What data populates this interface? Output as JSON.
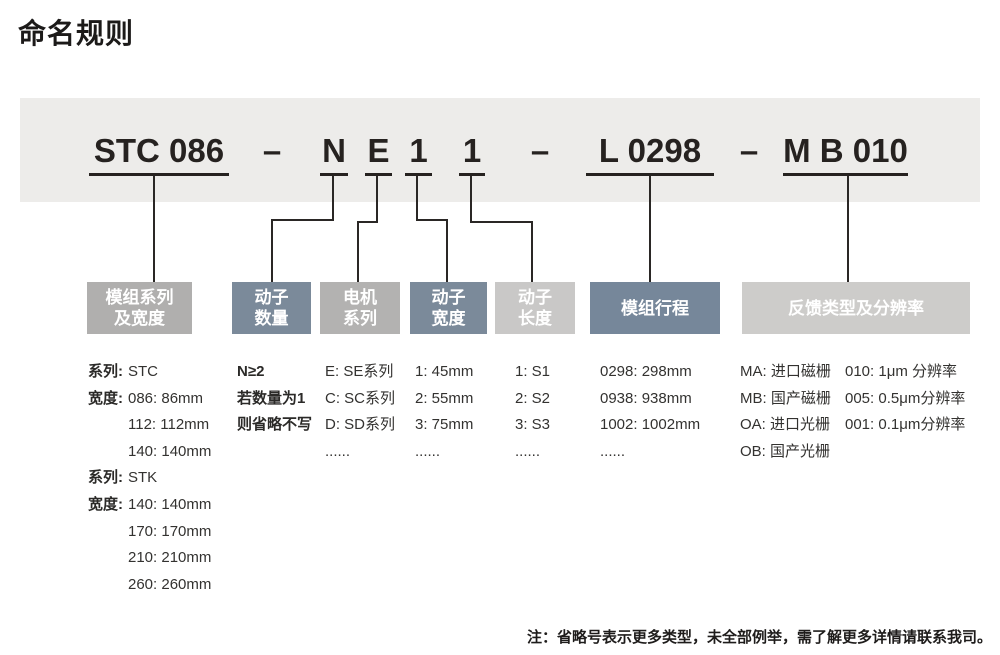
{
  "title": "命名规则",
  "code": {
    "segments": [
      {
        "text": "STC 086"
      },
      {
        "text": "–"
      },
      {
        "text": "N"
      },
      {
        "text": "E"
      },
      {
        "text": "1"
      },
      {
        "text": "1"
      },
      {
        "text": "–"
      },
      {
        "text": "L 0298"
      },
      {
        "text": "–"
      },
      {
        "text": "M B 010"
      }
    ]
  },
  "colors": {
    "panel": "#edecea",
    "ink": "#262220",
    "slate_box": "#7b8a9a",
    "gray_box_1": "#b0afae",
    "gray_box_3": "#b3b2b1",
    "gray_box_5": "#c9c8c7",
    "gray_box_7": "#cdccca"
  },
  "boxes": [
    {
      "label": "模组系列\n及宽度",
      "color": "#b0afae"
    },
    {
      "label": "动子\n数量",
      "color": "#7b8a9a"
    },
    {
      "label": "电机\n系列",
      "color": "#b3b2b1"
    },
    {
      "label": "动子\n宽度",
      "color": "#7b8a9a"
    },
    {
      "label": "动子\n长度",
      "color": "#c9c8c7"
    },
    {
      "label": "模组行程",
      "color": "#76879a"
    },
    {
      "label": "反馈类型及分辨率",
      "color": "#cdccca"
    }
  ],
  "columns": {
    "series_width": {
      "rows": [
        {
          "label": "系列:",
          "value": "STC"
        },
        {
          "label": "宽度:",
          "value": "086: 86mm"
        },
        {
          "label": "",
          "value": "112: 112mm"
        },
        {
          "label": "",
          "value": "140: 140mm"
        },
        {
          "label": "系列:",
          "value": "STK"
        },
        {
          "label": "宽度:",
          "value": "140: 140mm"
        },
        {
          "label": "",
          "value": "170: 170mm"
        },
        {
          "label": "",
          "value": "210: 210mm"
        },
        {
          "label": "",
          "value": "260: 260mm"
        }
      ]
    },
    "mover_count": {
      "lines": [
        "N≥2",
        "若数量为1",
        "则省略不写"
      ]
    },
    "motor_series": {
      "lines": [
        "E: SE系列",
        "C: SC系列",
        "D: SD系列",
        "......"
      ]
    },
    "mover_width": {
      "lines": [
        "1: 45mm",
        "2: 55mm",
        "3: 75mm",
        "......"
      ]
    },
    "mover_length": {
      "lines": [
        "1: S1",
        "2: S2",
        "3: S3",
        "......"
      ]
    },
    "stroke": {
      "lines": [
        "0298: 298mm",
        "0938: 938mm",
        "1002: 1002mm",
        "......"
      ]
    },
    "feedback_type": {
      "lines": [
        "MA: 进口磁栅",
        "MB: 国产磁栅",
        "OA: 进口光栅",
        "OB: 国产光栅"
      ]
    },
    "feedback_resolution": {
      "lines": [
        "010: 1μm 分辨率",
        "005: 0.5μm分辨率",
        "001: 0.1μm分辨率"
      ]
    }
  },
  "note": "注：省略号表示更多类型，未全部例举，需了解更多详情请联系我司。"
}
